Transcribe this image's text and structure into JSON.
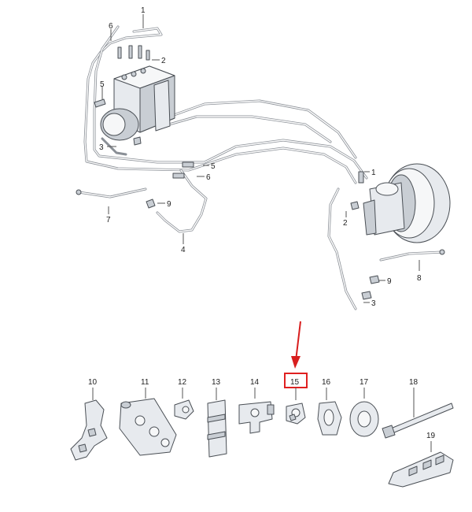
{
  "callouts": {
    "top_1": "1",
    "top_6": "6",
    "top_2": "2",
    "top_5": "5",
    "top_3": "3",
    "mid_5": "5",
    "mid_6": "6",
    "left_9": "9",
    "left_7": "7",
    "left_4": "4",
    "right_1": "1",
    "right_2": "2",
    "right_9": "9",
    "right_8": "8",
    "right_3": "3"
  },
  "parts_row": [
    {
      "label": "10"
    },
    {
      "label": "11"
    },
    {
      "label": "12"
    },
    {
      "label": "13"
    },
    {
      "label": "14"
    },
    {
      "label": "15",
      "highlighted": true
    },
    {
      "label": "16"
    },
    {
      "label": "17"
    },
    {
      "label": "18"
    },
    {
      "label": "19"
    }
  ],
  "colors": {
    "highlight": "#e02020",
    "arrow": "#d81e1e"
  }
}
